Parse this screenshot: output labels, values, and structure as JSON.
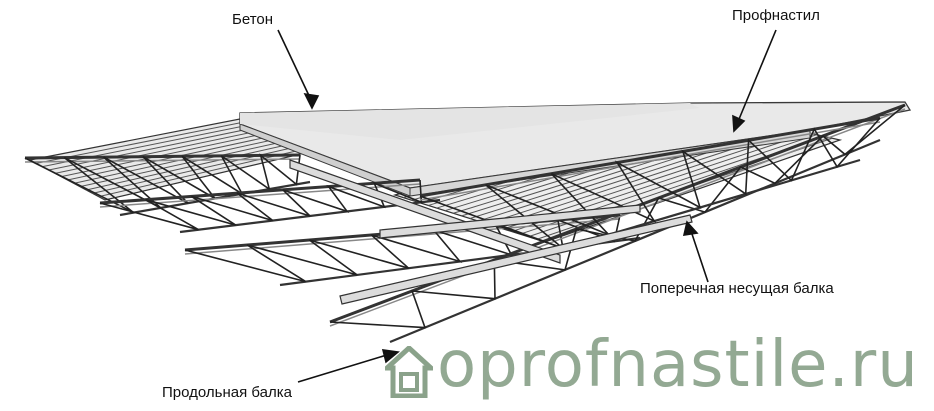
{
  "labels": {
    "concrete": "Бетон",
    "profnastil": "Профнастил",
    "cross_beam": "Поперечная несущая балка",
    "longitudinal_beam": "Продольная балка"
  },
  "watermark": {
    "text": "oprofnastile.ru",
    "icon": "house-icon"
  },
  "colors": {
    "steel": "#e6e6e6",
    "steel_edge": "#3a3a3a",
    "concrete": "#ebebeb",
    "watermark": "#8aa28a"
  }
}
